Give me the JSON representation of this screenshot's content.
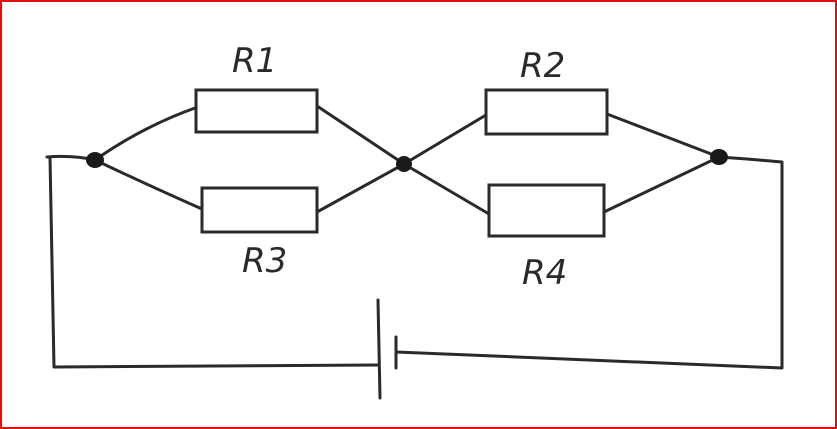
{
  "diagram": {
    "type": "circuit",
    "resistors": [
      {
        "id": "r1",
        "label": "R1"
      },
      {
        "id": "r2",
        "label": "R2"
      },
      {
        "id": "r3",
        "label": "R3"
      },
      {
        "id": "r4",
        "label": "R4"
      }
    ],
    "components": [
      "battery"
    ],
    "colors": {
      "border": "#e01010",
      "ink": "#2a2a2a"
    }
  }
}
